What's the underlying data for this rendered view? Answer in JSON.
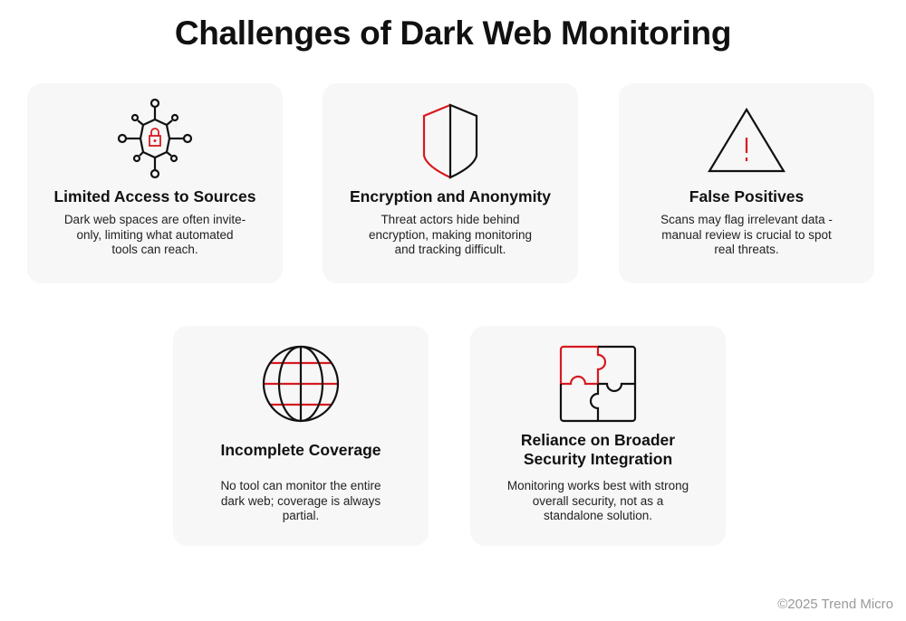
{
  "title": "Challenges of Dark Web Monitoring",
  "colors": {
    "accent": "#d71920",
    "card_bg": "#f7f7f7",
    "ink": "#111111"
  },
  "cards": [
    {
      "icon": "network-lock-icon",
      "title": "Limited Access to Sources",
      "body": "Dark web spaces are often invite-only, limiting what automated tools can reach."
    },
    {
      "icon": "shield-icon",
      "title": "Encryption and Anonymity",
      "body": "Threat actors hide behind encryption, making monitoring and tracking difficult."
    },
    {
      "icon": "warning-triangle-icon",
      "title": "False Positives",
      "body": "Scans may flag irrelevant data - manual review is crucial to spot real threats."
    },
    {
      "icon": "globe-icon",
      "title": "Incomplete Coverage",
      "body": "No tool can monitor the entire dark web; coverage is always partial."
    },
    {
      "icon": "puzzle-icon",
      "title": "Reliance on Broader Security Integration",
      "body": "Monitoring works best with strong overall security, not as a standalone solution."
    }
  ],
  "copyright": "©2025 Trend Micro"
}
